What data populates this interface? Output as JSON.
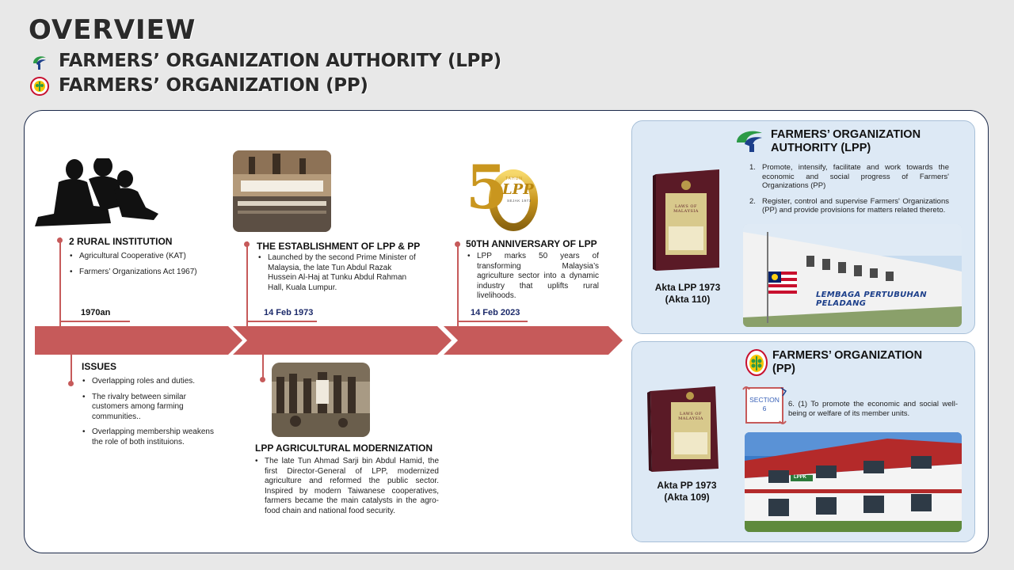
{
  "header": {
    "title": "OVERVIEW",
    "subtitle_lpp": "FARMERS’ ORGANIZATION AUTHORITY (LPP)",
    "subtitle_pp": "FARMERS’ ORGANIZATION (PP)"
  },
  "timeline": {
    "m1": {
      "heading": "2 RURAL INSTITUTION",
      "bullets": [
        "Agricultural Cooperative (KAT)",
        "Farmers’ Organizations Act 1967)"
      ],
      "date": "1970an"
    },
    "m2": {
      "heading": "THE ESTABLISHMENT OF LPP & PP",
      "bullets": [
        "Launched by the second Prime Minister of Malaysia, the late Tun Abdul Razak Hussein Al-Haj at Tunku Abdul Rahman Hall, Kuala Lumpur."
      ],
      "date": "14 Feb 1973"
    },
    "m3": {
      "heading": "50TH ANNIVERSARY OF LPP",
      "bullets": [
        "LPP marks 50 years of transforming Malaysia’s agriculture sector into a dynamic industry that uplifts rural livelihoods."
      ],
      "date": "14 Feb 2023"
    },
    "issues": {
      "heading": "ISSUES",
      "bullets": [
        "Overlapping roles and duties.",
        "The rivalry between similar customers among farming communities..",
        "Overlapping membership weakens the role of both instituions."
      ]
    },
    "modern": {
      "heading": "LPP AGRICULTURAL MODERNIZATION",
      "bullets": [
        "The late Tun Ahmad Sarji bin Abdul Hamid, the first Director-General of LPP, modernized agriculture and reformed the public sector. Inspired by modern Taiwanese cooperatives, farmers became the main catalysts in the agro-food chain and national food security."
      ]
    },
    "logo_text": {
      "big": "5",
      "lpp": "LPP",
      "tahun": "TAHUN",
      "sejak": "SEJAK 1973"
    }
  },
  "lpp_card": {
    "title": "FARMERS’ ORGANIZATION AUTHORITY (LPP)",
    "items": [
      {
        "num": "1.",
        "text": "Promote, intensify, facilitate and work towards the economic and social progress of Farmers' Organizations (PP)"
      },
      {
        "num": "2.",
        "text": "Register, control and supervise Farmers' Organizations (PP) and provide provisions for matters related thereto."
      }
    ],
    "book_label_1": "Akta LPP 1973",
    "book_label_2": "(Akta 110)",
    "book_cover": "LAWS OF MALAYSIA",
    "building_sign": "LEMBAGA PERTUBUHAN PELADANG"
  },
  "pp_card": {
    "title": "FARMERS’ ORGANIZATION (PP)",
    "section_label": "SECTION",
    "section_num": "6",
    "section_text": "6. (1) To promote the economic and social well-being or welfare of its member units.",
    "book_label_1": "Akta PP 1973",
    "book_label_2": "(Akta 109)",
    "book_cover": "LAWS OF MALAYSIA",
    "building_sign": "LPPK"
  },
  "colors": {
    "accent": "#c65a5a",
    "navy": "#1c2a6a",
    "card_bg": "#dde9f5"
  },
  "icons": [
    "lpp-logo-icon",
    "pp-logo-icon",
    "section-scroll-icon"
  ]
}
